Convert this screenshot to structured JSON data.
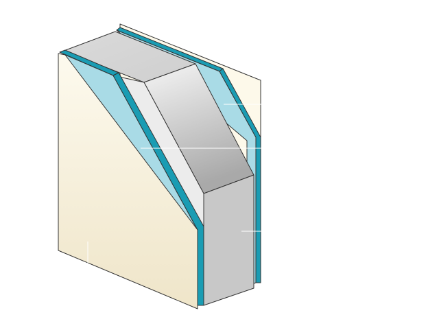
{
  "diagram": {
    "subject": "wall-section-cutaway",
    "layers": [
      {
        "id": "back-panel",
        "color": "#fdf9ea"
      },
      {
        "id": "back-board",
        "color": "#a9dbe6",
        "edge_color": "#1a9cb3"
      },
      {
        "id": "insulation-core",
        "color": "#c8c8c8",
        "gradient": [
          "#f4f4f4",
          "#b0b0b0"
        ]
      },
      {
        "id": "air-gap-layer",
        "color": "#ececec"
      },
      {
        "id": "front-board",
        "color": "#a9dbe6",
        "edge_color": "#1a9cb3"
      },
      {
        "id": "front-panel",
        "color": "#f7f0d6",
        "gradient": [
          "#fdf9ea",
          "#efe5c9"
        ]
      }
    ],
    "callout_lines": [
      {
        "id": "callout-back-board"
      },
      {
        "id": "callout-air-gap"
      },
      {
        "id": "callout-core-block"
      },
      {
        "id": "callout-front-panel"
      }
    ]
  }
}
